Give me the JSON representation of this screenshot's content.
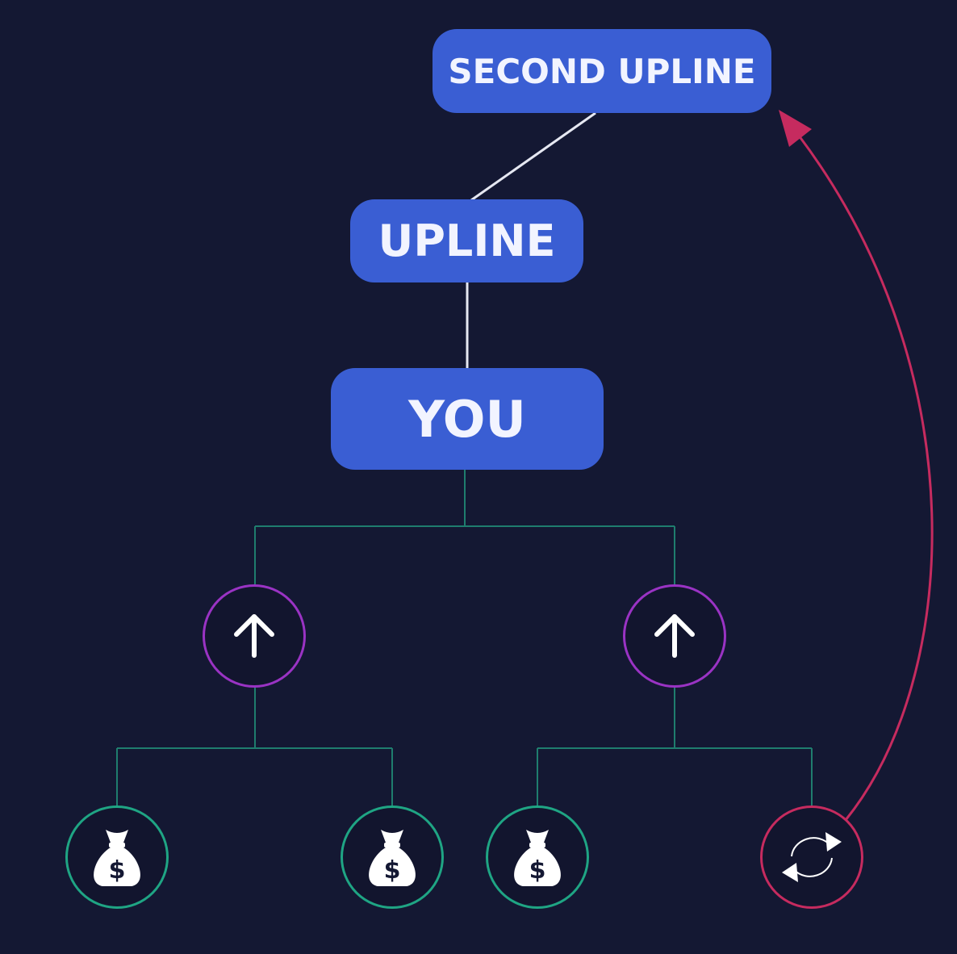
{
  "diagram": {
    "second_upline_label": "SECOND UPLINE",
    "upline_label": "UPLINE",
    "you_label": "YOU",
    "level1_nodes": [
      {
        "icon": "arrow-up-icon"
      },
      {
        "icon": "arrow-up-icon"
      }
    ],
    "level2_nodes": [
      {
        "icon": "money-bag-icon"
      },
      {
        "icon": "money-bag-icon"
      },
      {
        "icon": "money-bag-icon"
      },
      {
        "icon": "recycle-icon"
      }
    ]
  },
  "colors": {
    "background": "#141833",
    "box_fill": "#3a5ed3",
    "box_text": "#eef2ff",
    "upper_connector": "#e6e8f2",
    "tree_connector": "#1f7d6e",
    "arrow_node_ring": "#9a33c4",
    "money_node_ring": "#1fa584",
    "recycle_node_ring": "#c62b5f",
    "return_arrow": "#c62b5f"
  }
}
